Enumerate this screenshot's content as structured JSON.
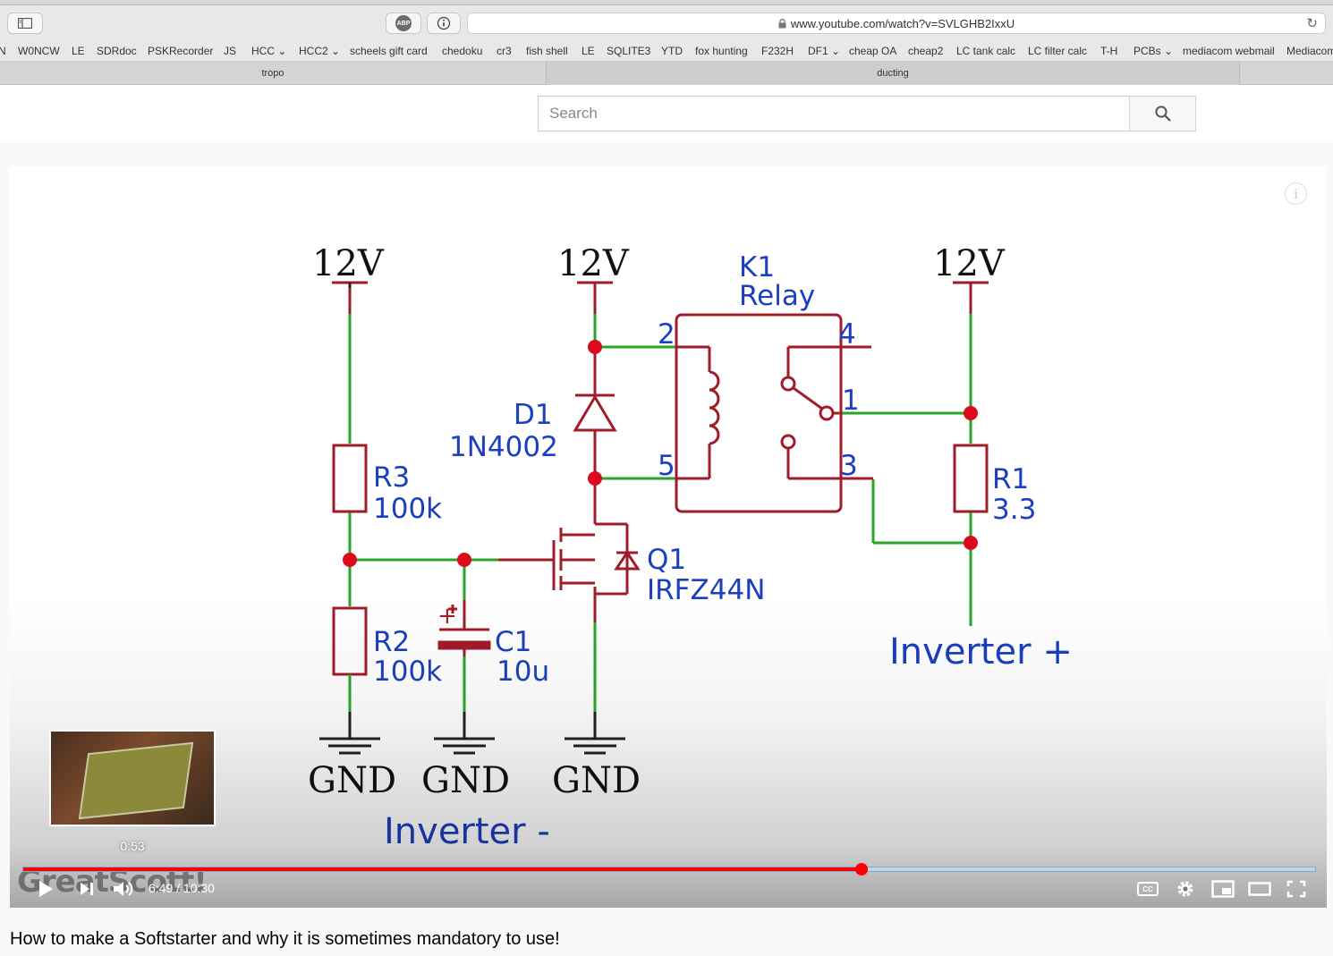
{
  "browser": {
    "url": "www.youtube.com/watch?v=SVLGHB2IxxU",
    "abp_label": "ABP",
    "bookmarks": [
      "N",
      "W0NCW",
      "LE",
      "SDRdoc",
      "PSKRecorder",
      "JS",
      "HCC ⌄",
      "HCC2 ⌄",
      "scheels gift card",
      "chedoku",
      "cr3",
      "fish shell",
      "LE",
      "SQLITE3",
      "YTD",
      "fox hunting",
      "F232H",
      "DF1 ⌄",
      "cheap OA",
      "cheap2",
      "LC tank calc",
      "LC filter calc",
      "T-H",
      "PCBs ⌄",
      "mediacom webmail",
      "Mediacom"
    ],
    "tabs": [
      "tropo",
      "ducting"
    ]
  },
  "search": {
    "placeholder": "Search"
  },
  "schematic": {
    "supply_left": "12V",
    "supply_mid": "12V",
    "supply_right": "12V",
    "relay_ref": "K1",
    "relay_name": "Relay",
    "pin2": "2",
    "pin4": "4",
    "pin1": "1",
    "pin5": "5",
    "pin3": "3",
    "d1_ref": "D1",
    "d1_val": "1N4002",
    "r3_ref": "R3",
    "r3_val": "100k",
    "r2_ref": "R2",
    "r2_val": "100k",
    "c1_ref": "C1",
    "c1_val": "10u",
    "c1_plus": "+",
    "q1_ref": "Q1",
    "q1_val": "IRFZ44N",
    "r1_ref": "R1",
    "r1_val": "3.3",
    "inverter_plus": "Inverter +",
    "inverter_minus": "Inverter -",
    "gnd1": "GND",
    "gnd2": "GND",
    "gnd3": "GND"
  },
  "player": {
    "preview_time": "0:53",
    "watermark": "GreatScott!",
    "time_display": "6:49 / 10:30",
    "progress_fraction": 0.6492,
    "cc_label": "CC"
  },
  "video": {
    "title": "How to make a Softstarter and why it is sometimes mandatory to use!"
  },
  "colors": {
    "wire_green": "#2aa52a",
    "component_red": "#a01c28",
    "label_blue": "#1b3fbf",
    "progress_red": "#ff0000"
  }
}
